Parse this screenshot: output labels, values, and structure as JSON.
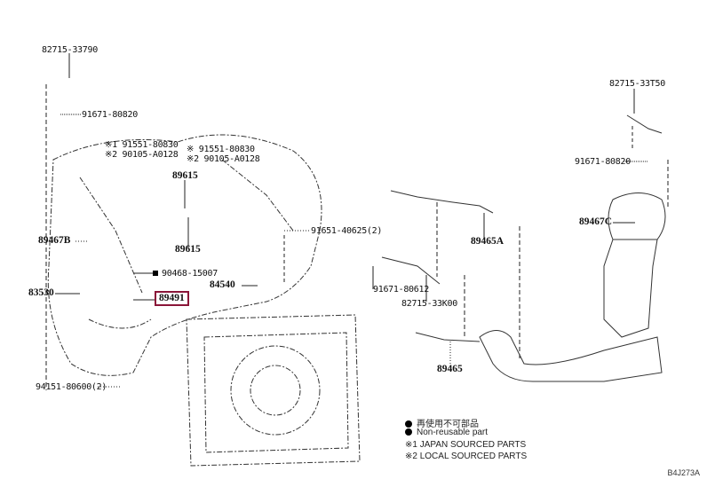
{
  "labels": {
    "p82715_33790": "82715-33790",
    "p91671_80820_a": "91671-80820",
    "n1a": "※1 91551-80830",
    "n2a": "※2 90105-A0128",
    "n1b": "※ 91551-80830",
    "n2b": "※2 90105-A0128",
    "p89615_a": "89615",
    "p89615_b": "89615",
    "p91651_40625": "91651-40625(2)",
    "p89467B": "89467B",
    "p90468_15007": "90468-15007",
    "p84540": "84540",
    "p83530": "83530",
    "p89491": "89491",
    "p94151_80600": "94151-80600(2)",
    "p82715_33T50": "82715-33T50",
    "p91671_80820_b": "91671-80820",
    "p89467C": "89467C",
    "p89465A": "89465A",
    "p91671_80612": "91671-80612",
    "p82715_33K00": "82715-33K00",
    "p89465": "89465"
  },
  "legend": {
    "jp_nonreusable": "再使用不可部品",
    "nonreusable": "Non-reusable part",
    "note1": "※1 JAPAN SOURCED PARTS",
    "note2": "※2 LOCAL SOURCED PARTS"
  },
  "figure_code": "B4J273A",
  "colors": {
    "highlight": "#8a1538"
  }
}
